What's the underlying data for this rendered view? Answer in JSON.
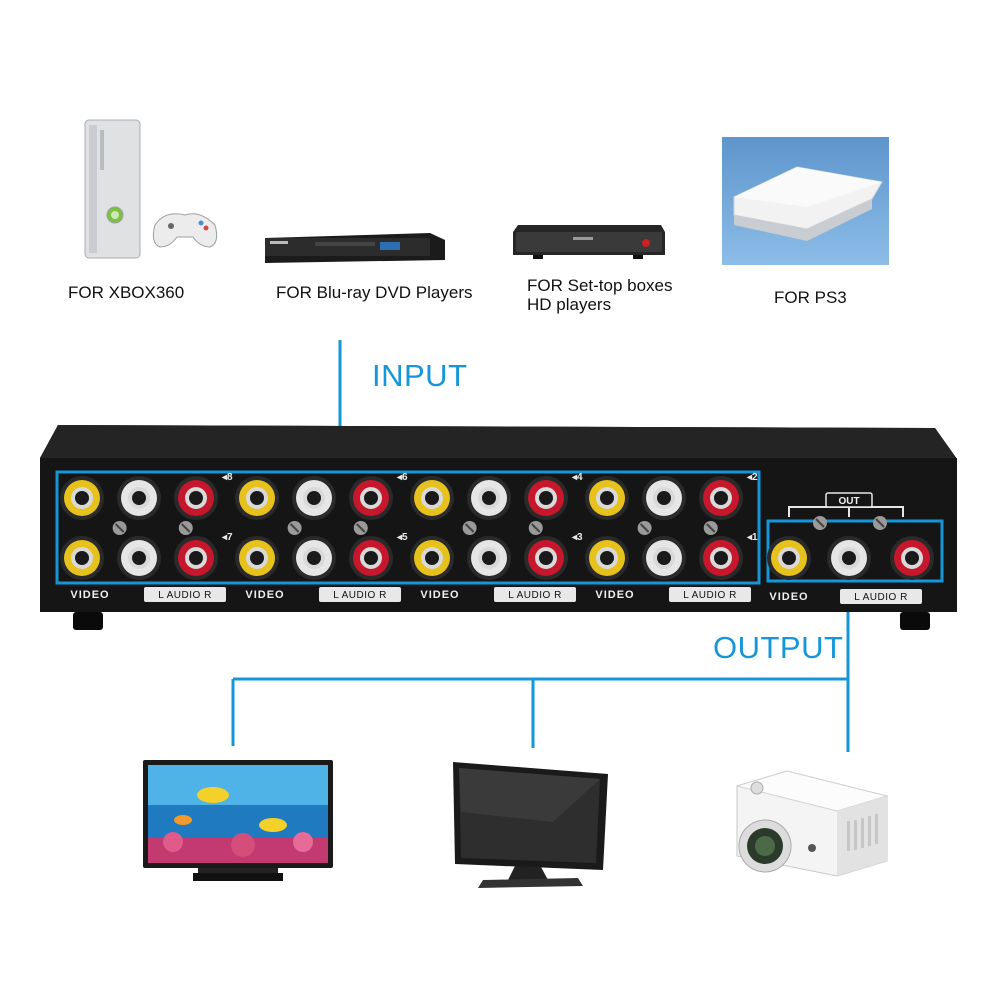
{
  "sources": [
    {
      "caption": "FOR XBOX360"
    },
    {
      "caption": "FOR Blu-ray DVD Players"
    },
    {
      "caption": "FOR Set-top boxes\nHD players"
    },
    {
      "caption": "FOR PS3"
    }
  ],
  "flow": {
    "input_label": "INPUT",
    "output_label": "OUTPUT"
  },
  "device": {
    "input_numbers_top": [
      "8",
      "6",
      "4",
      "2"
    ],
    "input_numbers_bottom": [
      "7",
      "5",
      "3",
      "1"
    ],
    "video_label": "VIDEO",
    "audio_label": "L AUDIO R",
    "out_label": "OUT"
  },
  "displays": [
    "television",
    "flat-screen-tv",
    "projector"
  ],
  "colors": {
    "accent": "#1596d9",
    "video_jack": "#e8c21c",
    "audio_left_jack": "#e6e6e6",
    "audio_right_jack": "#c6172c",
    "device_body": "#141414"
  }
}
